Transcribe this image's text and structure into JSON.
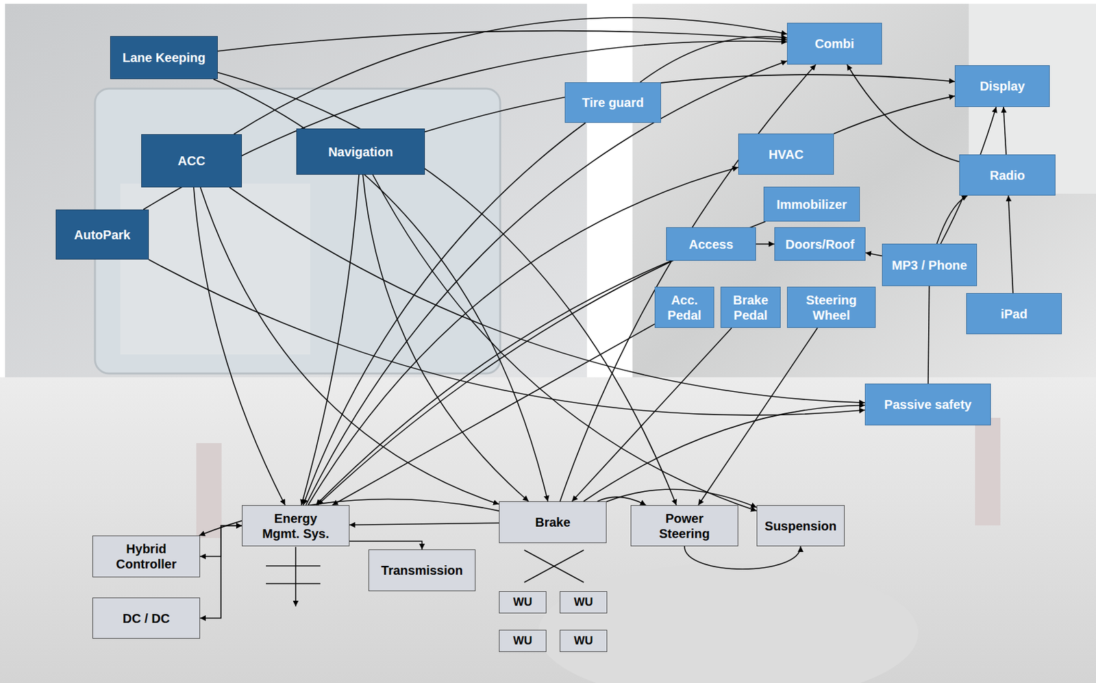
{
  "diagram": {
    "nodes": [
      {
        "text": [
          "Lane Keeping"
        ]
      },
      {
        "text": [
          "Combi"
        ]
      },
      {
        "text": [
          "Tire guard"
        ]
      },
      {
        "text": [
          "Display"
        ]
      },
      {
        "text": [
          "ACC"
        ]
      },
      {
        "text": [
          "Navigation"
        ]
      },
      {
        "text": [
          "HVAC"
        ]
      },
      {
        "text": [
          "Radio"
        ]
      },
      {
        "text": [
          "AutoPark"
        ]
      },
      {
        "text": [
          "Immobilizer"
        ]
      },
      {
        "text": [
          "Access"
        ]
      },
      {
        "text": [
          "Doors/Roof"
        ]
      },
      {
        "text": [
          "MP3 / Phone"
        ]
      },
      {
        "text": [
          "Acc. Pedal"
        ]
      },
      {
        "text": [
          "Brake Pedal"
        ]
      },
      {
        "text": [
          "Steering Wheel"
        ]
      },
      {
        "text": [
          "iPad"
        ]
      },
      {
        "text": [
          "Passive safety"
        ]
      },
      {
        "text": [
          "Brake"
        ]
      },
      {
        "text": [
          "Energy Mgmt. Sys."
        ]
      },
      {
        "text": [
          "Power Steering"
        ]
      },
      {
        "text": [
          "Suspension"
        ]
      },
      {
        "text": [
          "Hybrid Controller"
        ]
      },
      {
        "text": [
          "Transmission"
        ]
      },
      {
        "text": [
          "DC / DC"
        ]
      },
      {
        "text": [
          "WU"
        ]
      },
      {
        "text": [
          "WU"
        ]
      },
      {
        "text": [
          "WU"
        ]
      },
      {
        "text": [
          "WU"
        ]
      }
    ],
    "edges": [
      {
        "from": 0,
        "to": 1,
        "arrow": "to"
      },
      {
        "from": 0,
        "to": 18,
        "arrow": "to"
      },
      {
        "from": 0,
        "to": 20,
        "arrow": "to"
      },
      {
        "from": 4,
        "to": 1,
        "arrow": "to"
      },
      {
        "from": 4,
        "to": 19,
        "arrow": "to"
      },
      {
        "from": 4,
        "to": 18,
        "arrow": "to"
      },
      {
        "from": 4,
        "to": 17,
        "arrow": "to"
      },
      {
        "from": 5,
        "to": 3,
        "arrow": "to"
      },
      {
        "from": 5,
        "to": 19,
        "arrow": "to"
      },
      {
        "from": 5,
        "to": 18,
        "arrow": "to"
      },
      {
        "from": 5,
        "to": 21,
        "arrow": "to"
      },
      {
        "from": 8,
        "to": 1,
        "arrow": "to"
      },
      {
        "from": 8,
        "to": 17,
        "arrow": "to"
      },
      {
        "from": 2,
        "to": 1,
        "arrow": "to"
      },
      {
        "from": 2,
        "to": 19,
        "arrow": "to"
      },
      {
        "from": 19,
        "to": 6,
        "arrow": "to"
      },
      {
        "from": 6,
        "to": 3,
        "arrow": "to"
      },
      {
        "from": 7,
        "to": 3,
        "arrow": "to"
      },
      {
        "from": 7,
        "to": 1,
        "arrow": "to"
      },
      {
        "from": 16,
        "to": 7,
        "arrow": "to"
      },
      {
        "from": 12,
        "to": 3,
        "arrow": "to"
      },
      {
        "from": 12,
        "to": 7,
        "arrow": "to"
      },
      {
        "from": 12,
        "to": 11,
        "arrow": "to"
      },
      {
        "from": 12,
        "to": 17,
        "arrow": "none"
      },
      {
        "from": 10,
        "to": 11,
        "arrow": "to"
      },
      {
        "from": 10,
        "to": 19,
        "arrow": "to"
      },
      {
        "from": 9,
        "to": 19,
        "arrow": "to"
      },
      {
        "from": 13,
        "to": 19,
        "arrow": "to"
      },
      {
        "from": 14,
        "to": 18,
        "arrow": "to"
      },
      {
        "from": 15,
        "to": 20,
        "arrow": "to"
      },
      {
        "from": 18,
        "to": 19,
        "arrow": "to"
      },
      {
        "from": 18,
        "to": 22,
        "arrow": "to"
      },
      {
        "from": 18,
        "to": 20,
        "arrow": "to"
      },
      {
        "from": 18,
        "to": 21,
        "arrow": "to"
      },
      {
        "from": 18,
        "to": 17,
        "arrow": "to"
      },
      {
        "from": 18,
        "to": 1,
        "arrow": "to"
      },
      {
        "from": 19,
        "to": 23,
        "arrow": "to"
      },
      {
        "from": 19,
        "to": 22,
        "arrow": "both"
      },
      {
        "from": 19,
        "to": 24,
        "arrow": "both"
      },
      {
        "from": 20,
        "to": 21,
        "arrow": "to"
      },
      {
        "from": 19,
        "to": 1,
        "arrow": "to"
      }
    ]
  }
}
